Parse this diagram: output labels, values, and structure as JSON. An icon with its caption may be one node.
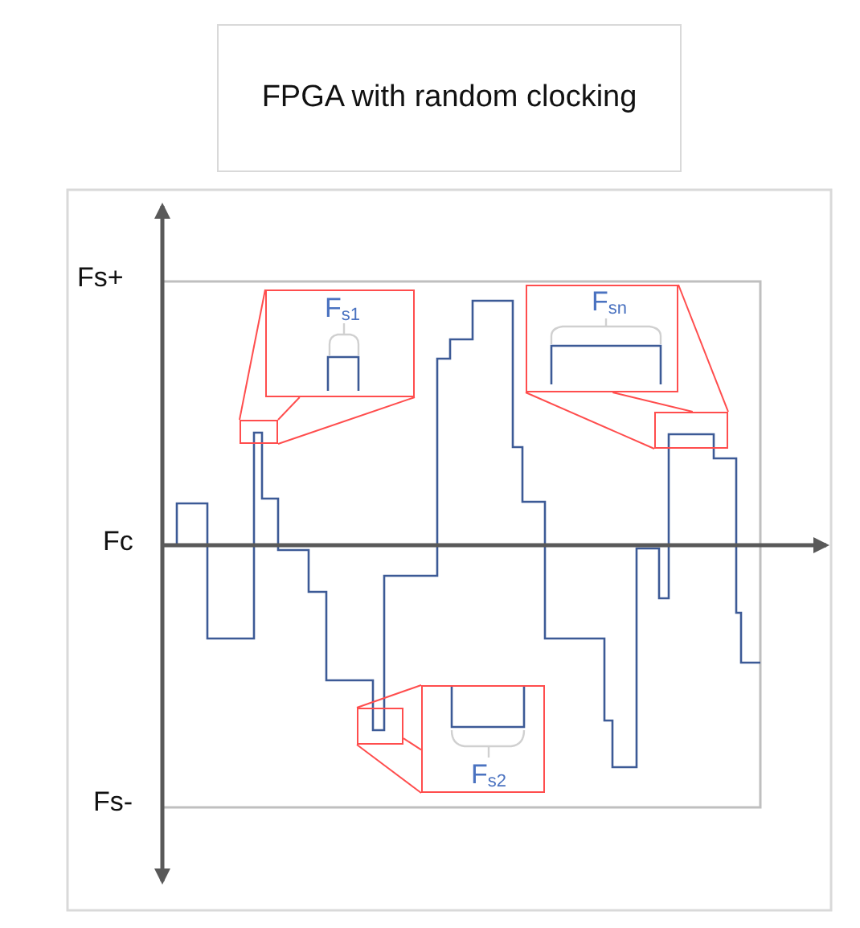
{
  "diagram": {
    "nodes": [
      {
        "text": [
          "FPGA with random clocking"
        ]
      },
      {
        "text": [
          "F$_{s1}$"
        ]
      },
      {
        "text": [],
        "shape": "box"
      },
      {
        "text": [
          "F$_{sn}$"
        ]
      },
      {
        "text": [],
        "shape": "box"
      },
      {
        "text": [
          "F$_{s2}$"
        ]
      },
      {
        "text": [],
        "shape": "box"
      }
    ],
    "edges": [
      {
        "from": 1,
        "to": 2,
        "arrow": "none"
      },
      {
        "from": 1,
        "to": 2,
        "arrow": "none"
      },
      {
        "from": 1,
        "to": 2,
        "arrow": "none"
      },
      {
        "from": 3,
        "to": 4,
        "arrow": "none"
      },
      {
        "from": 3,
        "to": 4,
        "arrow": "none"
      },
      {
        "from": 3,
        "to": 4,
        "arrow": "none"
      },
      {
        "from": 5,
        "to": 6,
        "arrow": "none"
      },
      {
        "from": 5,
        "to": 6,
        "arrow": "none"
      },
      {
        "from": 5,
        "to": 6,
        "arrow": "none"
      }
    ],
    "labels": [
      "Fs+",
      "Fc",
      "Fs-"
    ]
  }
}
